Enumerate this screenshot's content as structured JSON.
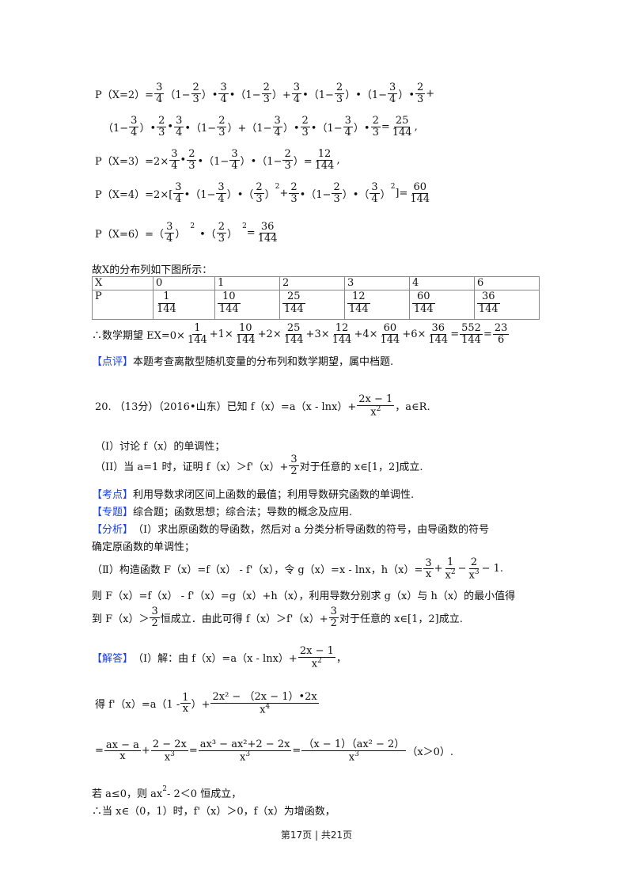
{
  "page": {
    "p2_line1": {
      "label": "P（X=2）=",
      "terms": [
        "3",
        "4",
        "（1−",
        "2",
        "3",
        "）•",
        "3",
        "4",
        "•（1−",
        "2",
        "3",
        "）+",
        "3",
        "4",
        "•（1−",
        "2",
        "3",
        "）•（1−",
        "3",
        "4",
        "）•",
        "2",
        "3",
        "+"
      ]
    },
    "p2_line2": {
      "text_a": "（1−",
      "f1n": "3",
      "f1d": "4",
      "text_b": "）•",
      "f2n": "2",
      "f2d": "3",
      "text_c": "•",
      "f3n": "3",
      "f3d": "4",
      "text_d": "•（1−",
      "f4n": "2",
      "f4d": "3",
      "text_e": "）+（1−",
      "f5n": "3",
      "f5d": "4",
      "text_f": "）•",
      "f6n": "2",
      "f6d": "3",
      "text_g": "•（1−",
      "f7n": "3",
      "f7d": "4",
      "text_h": "）•",
      "f8n": "2",
      "f8d": "3",
      "text_i": "=",
      "rn": "25",
      "rd": "144",
      "end": ","
    },
    "p3": {
      "label": "P（X=3）=2×",
      "f1n": "3",
      "f1d": "4",
      "t1": "•",
      "f2n": "2",
      "f2d": "3",
      "t2": "•（1−",
      "f3n": "3",
      "f3d": "4",
      "t3": "）•（1−",
      "f4n": "2",
      "f4d": "3",
      "t4": "）=",
      "rn": "12",
      "rd": "144",
      "end": ","
    },
    "p4": {
      "label": "P（X=4）=2×[",
      "f1n": "3",
      "f1d": "4",
      "t1": "•（1−",
      "f2n": "3",
      "f2d": "4",
      "t2": "）•（",
      "f3n": "2",
      "f3d": "3",
      "t3": "）",
      "sup1": "2",
      "t4": "+",
      "f4n": "2",
      "f4d": "3",
      "t5": "•（1−",
      "f5n": "2",
      "f5d": "3",
      "t6": "）•（",
      "f6n": "3",
      "f6d": "4",
      "t7": "）",
      "sup2": "2",
      "t8": "]=",
      "rn": "60",
      "rd": "144"
    },
    "p6": {
      "label": "P（X=6）=（",
      "f1n": "3",
      "f1d": "4",
      "t1": "）",
      "sup1": "2",
      "t2": "•（",
      "f2n": "2",
      "f2d": "3",
      "t3": "）",
      "sup2": "2",
      "t4": "=",
      "rn": "36",
      "rd": "144"
    },
    "dist_intro": "故X的分布列如下图所示：",
    "table": {
      "row_x_label": "X",
      "row_p_label": "P",
      "x_values": [
        "0",
        "1",
        "2",
        "3",
        "4",
        "6"
      ],
      "p_numerators": [
        "1",
        "10",
        "25",
        "12",
        "60",
        "36"
      ],
      "p_denominator": "144"
    },
    "expectation": {
      "prefix": "∴数学期望 EX=0×",
      "parts": [
        "+1×",
        "+2×",
        "+3×",
        "+4×",
        "+6×"
      ],
      "nums": [
        "1",
        "10",
        "25",
        "12",
        "60",
        "36"
      ],
      "den": "144",
      "eq1": "=",
      "sum_n": "552",
      "sum_d": "144",
      "eq2": "=",
      "res_n": "23",
      "res_d": "6"
    },
    "comment": {
      "tag": "【点评】",
      "text": "本题考查离散型随机变量的分布列和数学期望，属中档题."
    },
    "q20": {
      "stem_a": "20.  （13分）（2016•山东）已知 f（x）=a（x - lnx）+",
      "fn": "2x − 1",
      "fd": "x",
      "fd_sup": "2",
      "stem_b": "，a∈R.",
      "part1": "（I）讨论 f（x）的单调性；",
      "part2_a": "（II）当 a=1 时，证明 f（x）＞f'（x）+",
      "part2_fn": "3",
      "part2_fd": "2",
      "part2_b": "对于任意的 x∈[1，2]成立."
    },
    "kaodian": {
      "tag": "【考点】",
      "text": "利用导数求闭区间上函数的最值；利用导数研究函数的单调性."
    },
    "zhuanti": {
      "tag": "【专题】",
      "text": "综合题；函数思想；综合法；导数的概念及应用."
    },
    "fenxi": {
      "tag": "【分析】",
      "line1": "（Ⅰ）求出原函数的导函数，然后对 a 分类分析导函数的符号，由导函数的符号",
      "line2": "确定原函数的单调性；",
      "line3_a": "（Ⅱ）构造函数 F（x）=f（x） - f'（x），令 g（x）=x - lnx，h（x）=",
      "h1n": "3",
      "h1d": "x",
      "h_plus": "+",
      "h2n": "1",
      "h2d": "x",
      "h2sup": "2",
      "h_minus": " − ",
      "h3n": "2",
      "h3d": "x",
      "h3sup": "3",
      "h_end": " − 1.",
      "line4": "则 F（x）=f（x） - f'（x）=g（x）+h（x），利用导数分别求 g（x）与 h（x）的最小值得",
      "line5_a": "到 F（x）＞",
      "l5n": "3",
      "l5d": "2",
      "line5_b": "恒成立．由此可得 f（x）＞f'（x）+",
      "l5n2": "3",
      "l5d2": "2",
      "line5_c": "对于任意的 x∈[1，2]成立."
    },
    "jieda": {
      "tag": "【解答】",
      "line1_a": "（Ⅰ）解：由 f（x）=a（x - lnx）+",
      "fn": "2x − 1",
      "fd": "x",
      "fd_sup": "2",
      "line1_end": "，",
      "line2_a": "得 f'（x）=a（1 - ",
      "l2f1n": "1",
      "l2f1d": "x",
      "line2_b": "）+",
      "l2f2n": "2x² − （2x − 1）•2x",
      "l2f2d": "x",
      "l2f2dsup": "4",
      "line3": {
        "eq0": "=",
        "a_n": "ax − a",
        "a_d": "x",
        "plus": "+",
        "b_n": "2 − 2x",
        "b_d": "x",
        "b_dsup": "3",
        "eq1": "=",
        "c_n": "ax³ − ax²+2 − 2x",
        "c_d": "x",
        "c_dsup": "3",
        "eq2": "=",
        "d_n": "（x − 1）（ax² − 2）",
        "d_d": "x",
        "d_dsup": "3",
        "end": "（x＞0）."
      },
      "line4_a": "若 a≤0，则 ax",
      "line4_sup": "2",
      "line4_b": " - 2＜0 恒成立，",
      "line5": "∴当 x∈（0，1）时，f'（x）＞0，f（x）为增函数，"
    },
    "footer": "第17页  | 共21页",
    "accent_color": "#1a43e0"
  }
}
